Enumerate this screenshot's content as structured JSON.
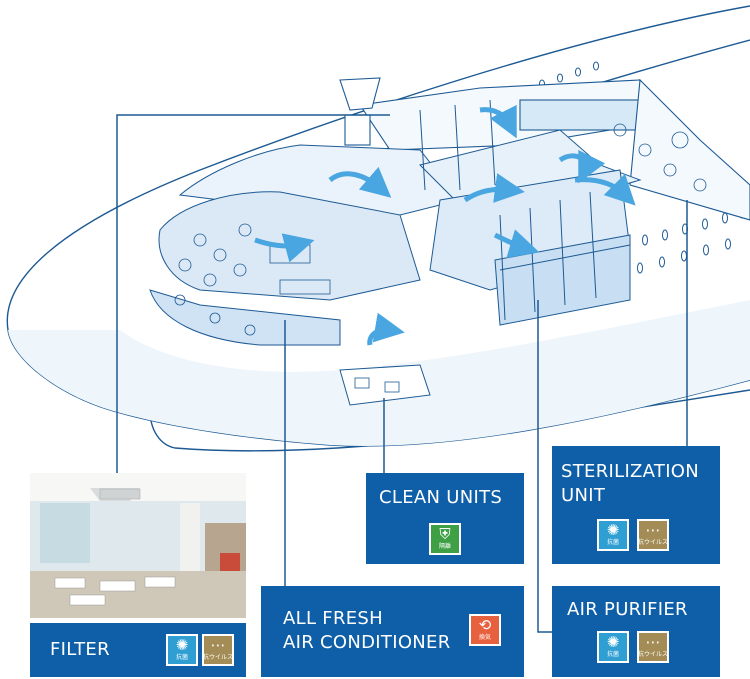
{
  "colors": {
    "panel_blue": "#0f5fa8",
    "ship_line": "#1d5a94",
    "flow_arrow": "#4aa6e0",
    "badge_antibacterial": "#2f9fd3",
    "badge_antivirus": "#a38c55",
    "badge_separation": "#3e9f45",
    "badge_ventilation": "#e8613f"
  },
  "photo": {
    "subject": "restaurant-interior-with-ceiling-filter-unit"
  },
  "panels": {
    "filter": {
      "title": "FILTER",
      "badges": [
        {
          "icon": "antibacterial-badge-icon",
          "label": "抗菌"
        },
        {
          "icon": "antivirus-badge-icon",
          "label": "抗ウイルス"
        }
      ]
    },
    "all_fresh": {
      "title": "ALL FRESH\nAIR CONDITIONER",
      "badges": [
        {
          "icon": "ventilation-badge-icon",
          "label": "換気"
        }
      ]
    },
    "clean_units": {
      "title": "CLEAN UNITS",
      "badges": [
        {
          "icon": "separation-badge-icon",
          "label": "隔離"
        }
      ]
    },
    "sterilization": {
      "title": "STERILIZATION\nUNIT",
      "badges": [
        {
          "icon": "antibacterial-badge-icon",
          "label": "抗菌"
        },
        {
          "icon": "antivirus-badge-icon",
          "label": "抗ウイルス"
        }
      ]
    },
    "air_purifier": {
      "title": "AIR PURIFIER",
      "badges": [
        {
          "icon": "antibacterial-badge-icon",
          "label": "抗菌"
        },
        {
          "icon": "antivirus-badge-icon",
          "label": "抗ウイルス"
        }
      ]
    }
  }
}
